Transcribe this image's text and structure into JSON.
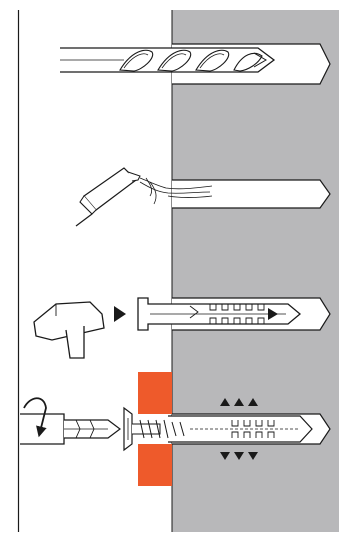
{
  "colors": {
    "background": "#ffffff",
    "wall": "#b8b8ba",
    "outline": "#1a1a1a",
    "fixture": "#ee5a2b",
    "light_fill": "#ffffff"
  },
  "steps": [
    {
      "name": "drill-hole",
      "icon": "drill-bit-icon"
    },
    {
      "name": "clean-hole",
      "icon": "blower-icon"
    },
    {
      "name": "insert-plug",
      "icon": "hammer-icon"
    },
    {
      "name": "drive-screw",
      "icon": "screwdriver-icon"
    }
  ],
  "icons": {
    "turn_direction": "clockwise-arrow-icon",
    "insert_direction": "arrow-right-icon",
    "expansion_up": "expansion-arrows-up-icon",
    "expansion_down": "expansion-arrows-down-icon"
  }
}
